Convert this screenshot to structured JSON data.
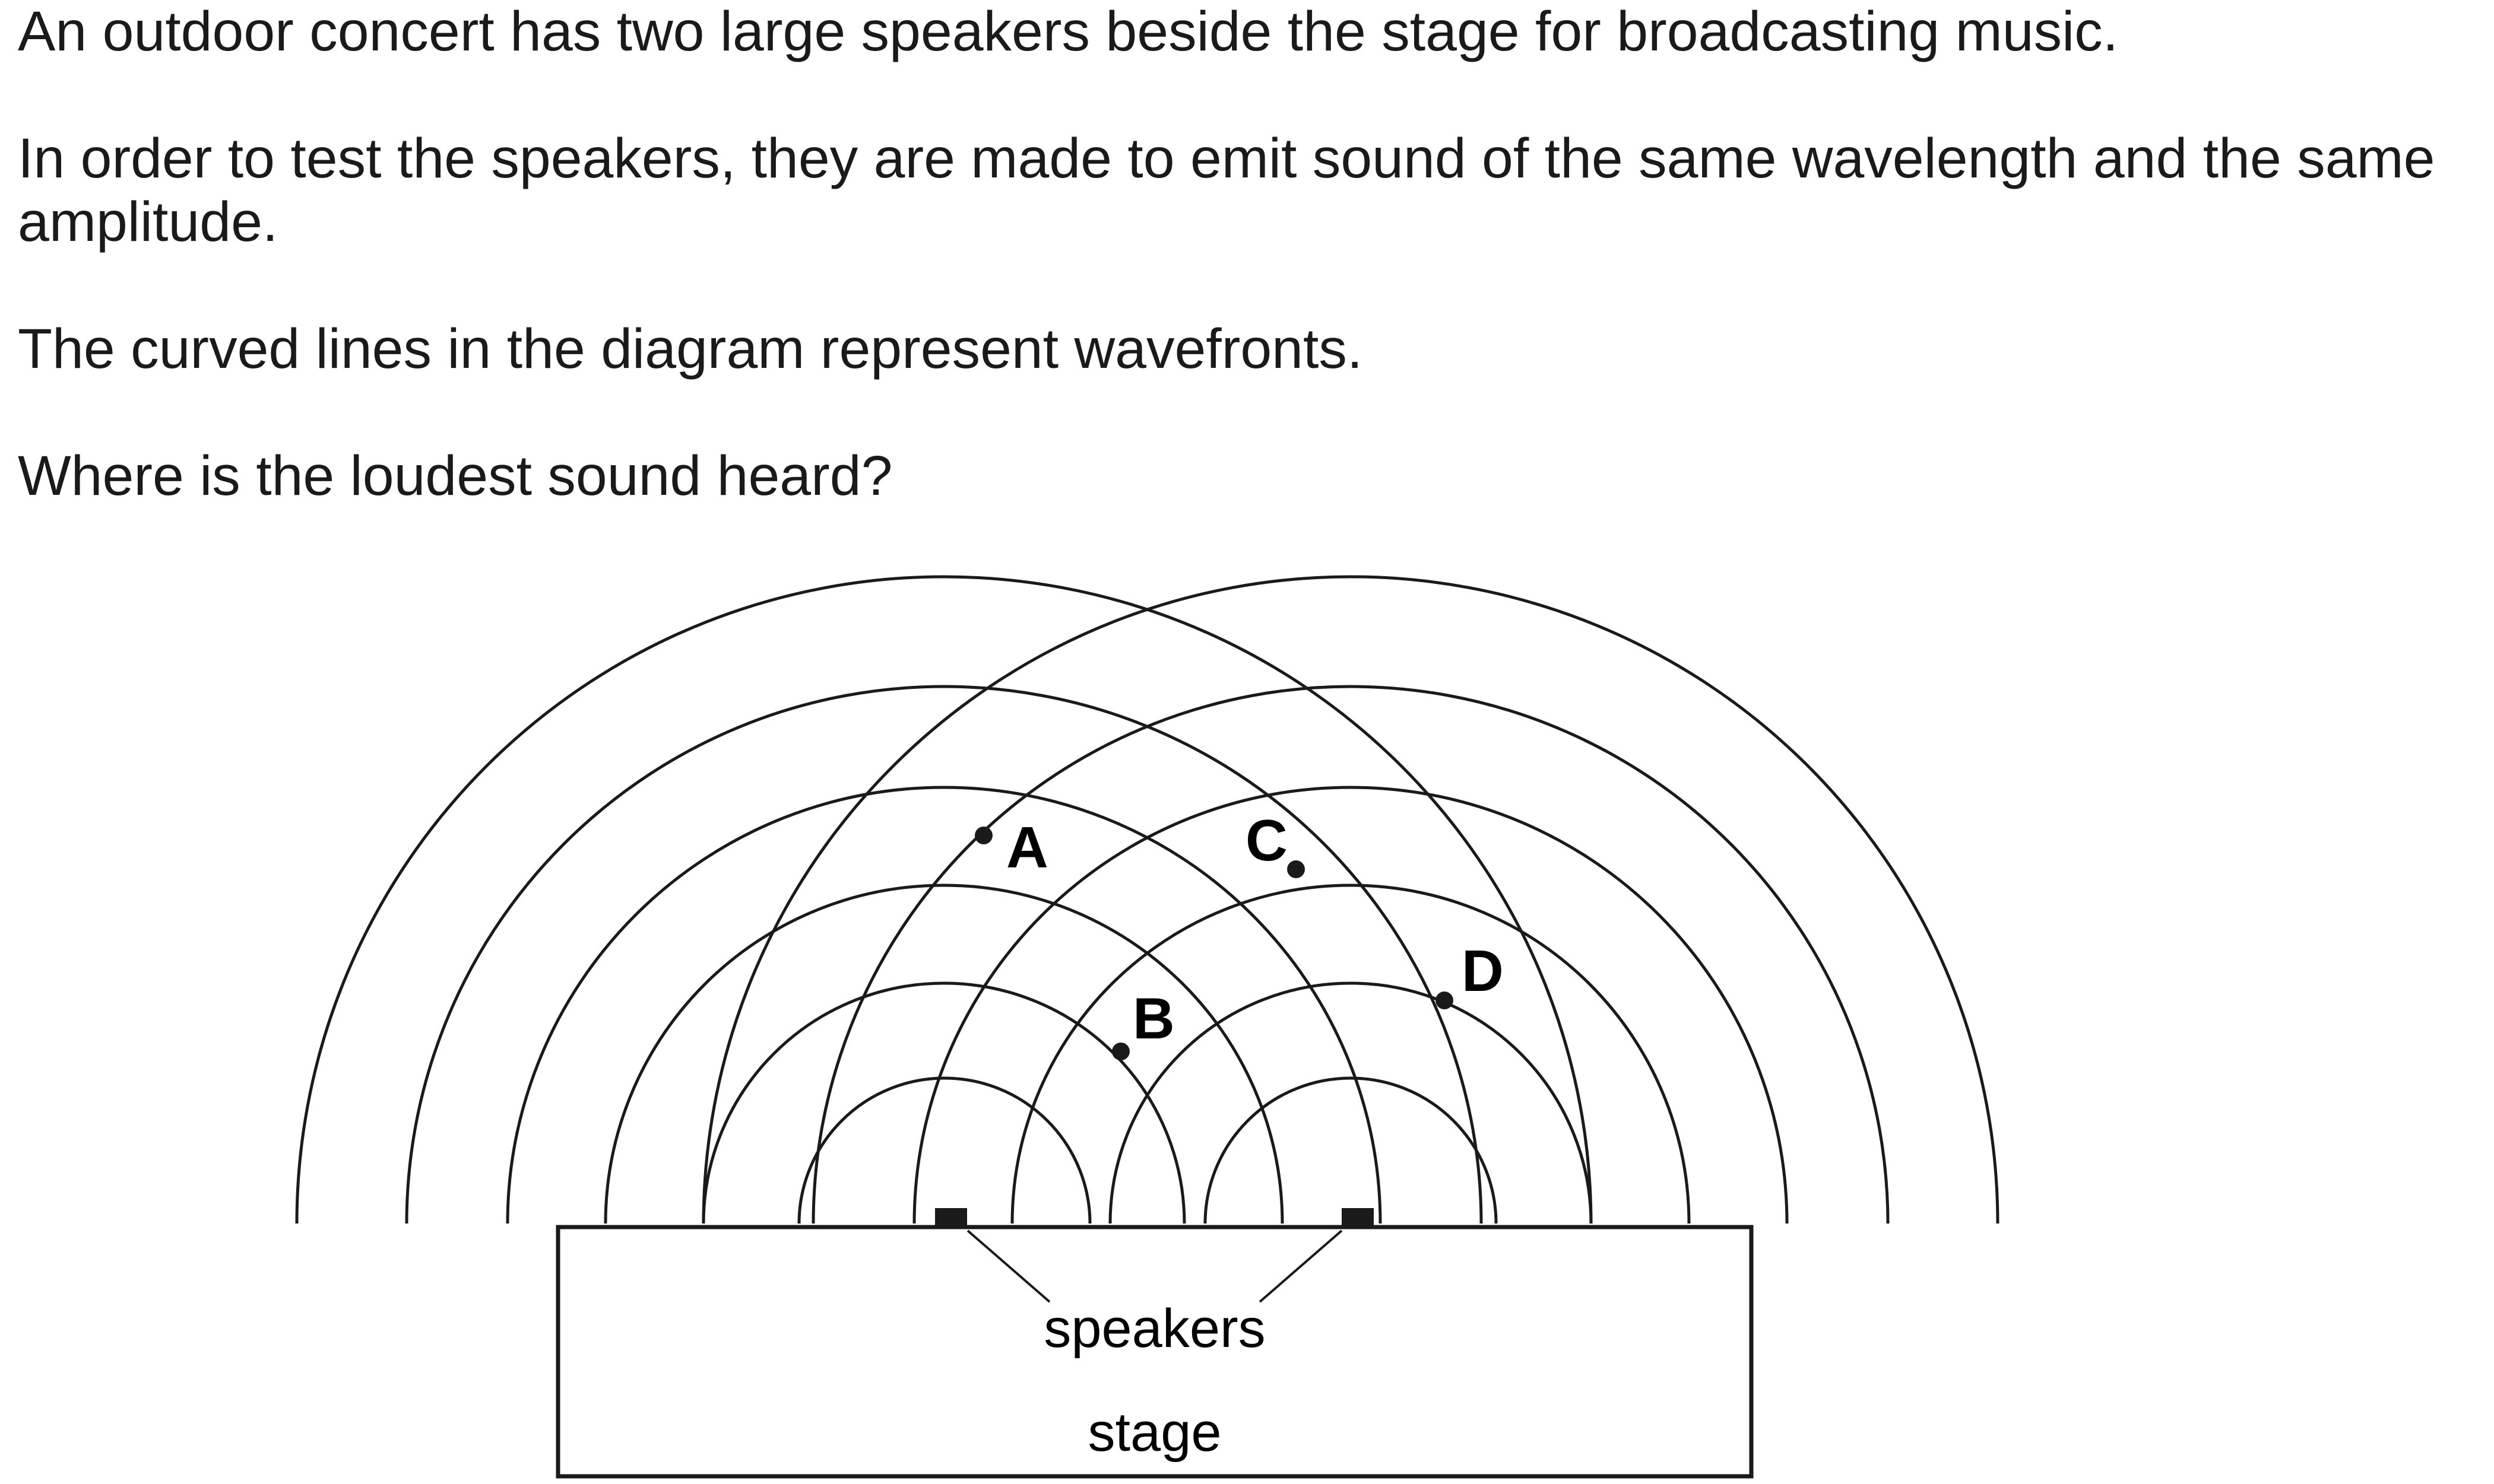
{
  "question": {
    "paragraphs": [
      "An outdoor concert has two large speakers beside the stage for broadcasting music.",
      "In order to test the speakers, they are made to emit sound of the same wavelength and the same amplitude.",
      "The curved lines in the diagram represent wavefronts.",
      "Where is the loudest sound heard?"
    ]
  },
  "diagram": {
    "points": {
      "a": "A",
      "b": "B",
      "c": "C",
      "d": "D"
    },
    "speakers_label": "speakers",
    "stage_label": "stage",
    "wavefront_count_per_speaker": 6
  }
}
